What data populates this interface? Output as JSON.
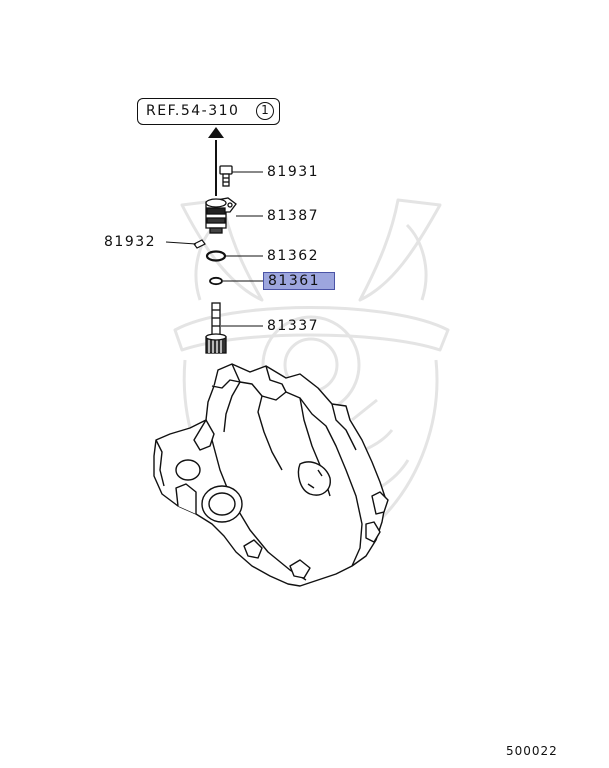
{
  "reference": {
    "text": "REF.54-310",
    "index": "1"
  },
  "parts": [
    {
      "number": "81931",
      "highlighted": false
    },
    {
      "number": "81387",
      "highlighted": false
    },
    {
      "number": "81932",
      "highlighted": false
    },
    {
      "number": "81362",
      "highlighted": false
    },
    {
      "number": "81361",
      "highlighted": true
    },
    {
      "number": "81337",
      "highlighted": false
    }
  ],
  "diagram_id": "500022",
  "colors": {
    "highlight": "#9da6de",
    "highlight_border": "#4b54a6",
    "line": "#111111",
    "watermark": "#e6e6e6"
  }
}
